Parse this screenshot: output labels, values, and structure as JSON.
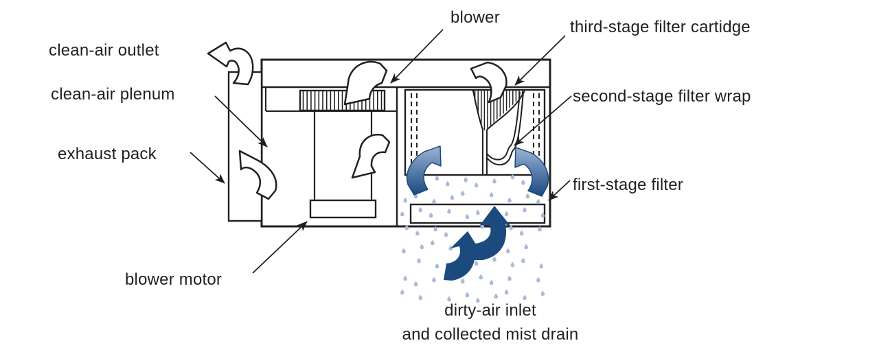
{
  "diagram": {
    "subject": "mist collector airflow cutaway",
    "labels": {
      "clean_air_outlet": "clean-air outlet",
      "clean_air_plenum": "clean-air plenum",
      "exhaust_pack": "exhaust pack",
      "blower": "blower",
      "blower_motor": "blower motor",
      "third_stage_filter_cartridge": "third-stage filter cartidge",
      "second_stage_filter_wrap": "second-stage filter wrap",
      "first_stage_filter": "first-stage filter",
      "dirty_air_inlet_line1": "dirty-air inlet",
      "dirty_air_inlet_line2": "and collected mist drain"
    },
    "colors": {
      "line": "#231f20",
      "navy": "#1b4a7e",
      "blue_gradient_light": "#9fb4d4",
      "blue_gradient_mid": "#5f83b0",
      "droplet": "#abbad9",
      "background": "#ffffff"
    }
  }
}
